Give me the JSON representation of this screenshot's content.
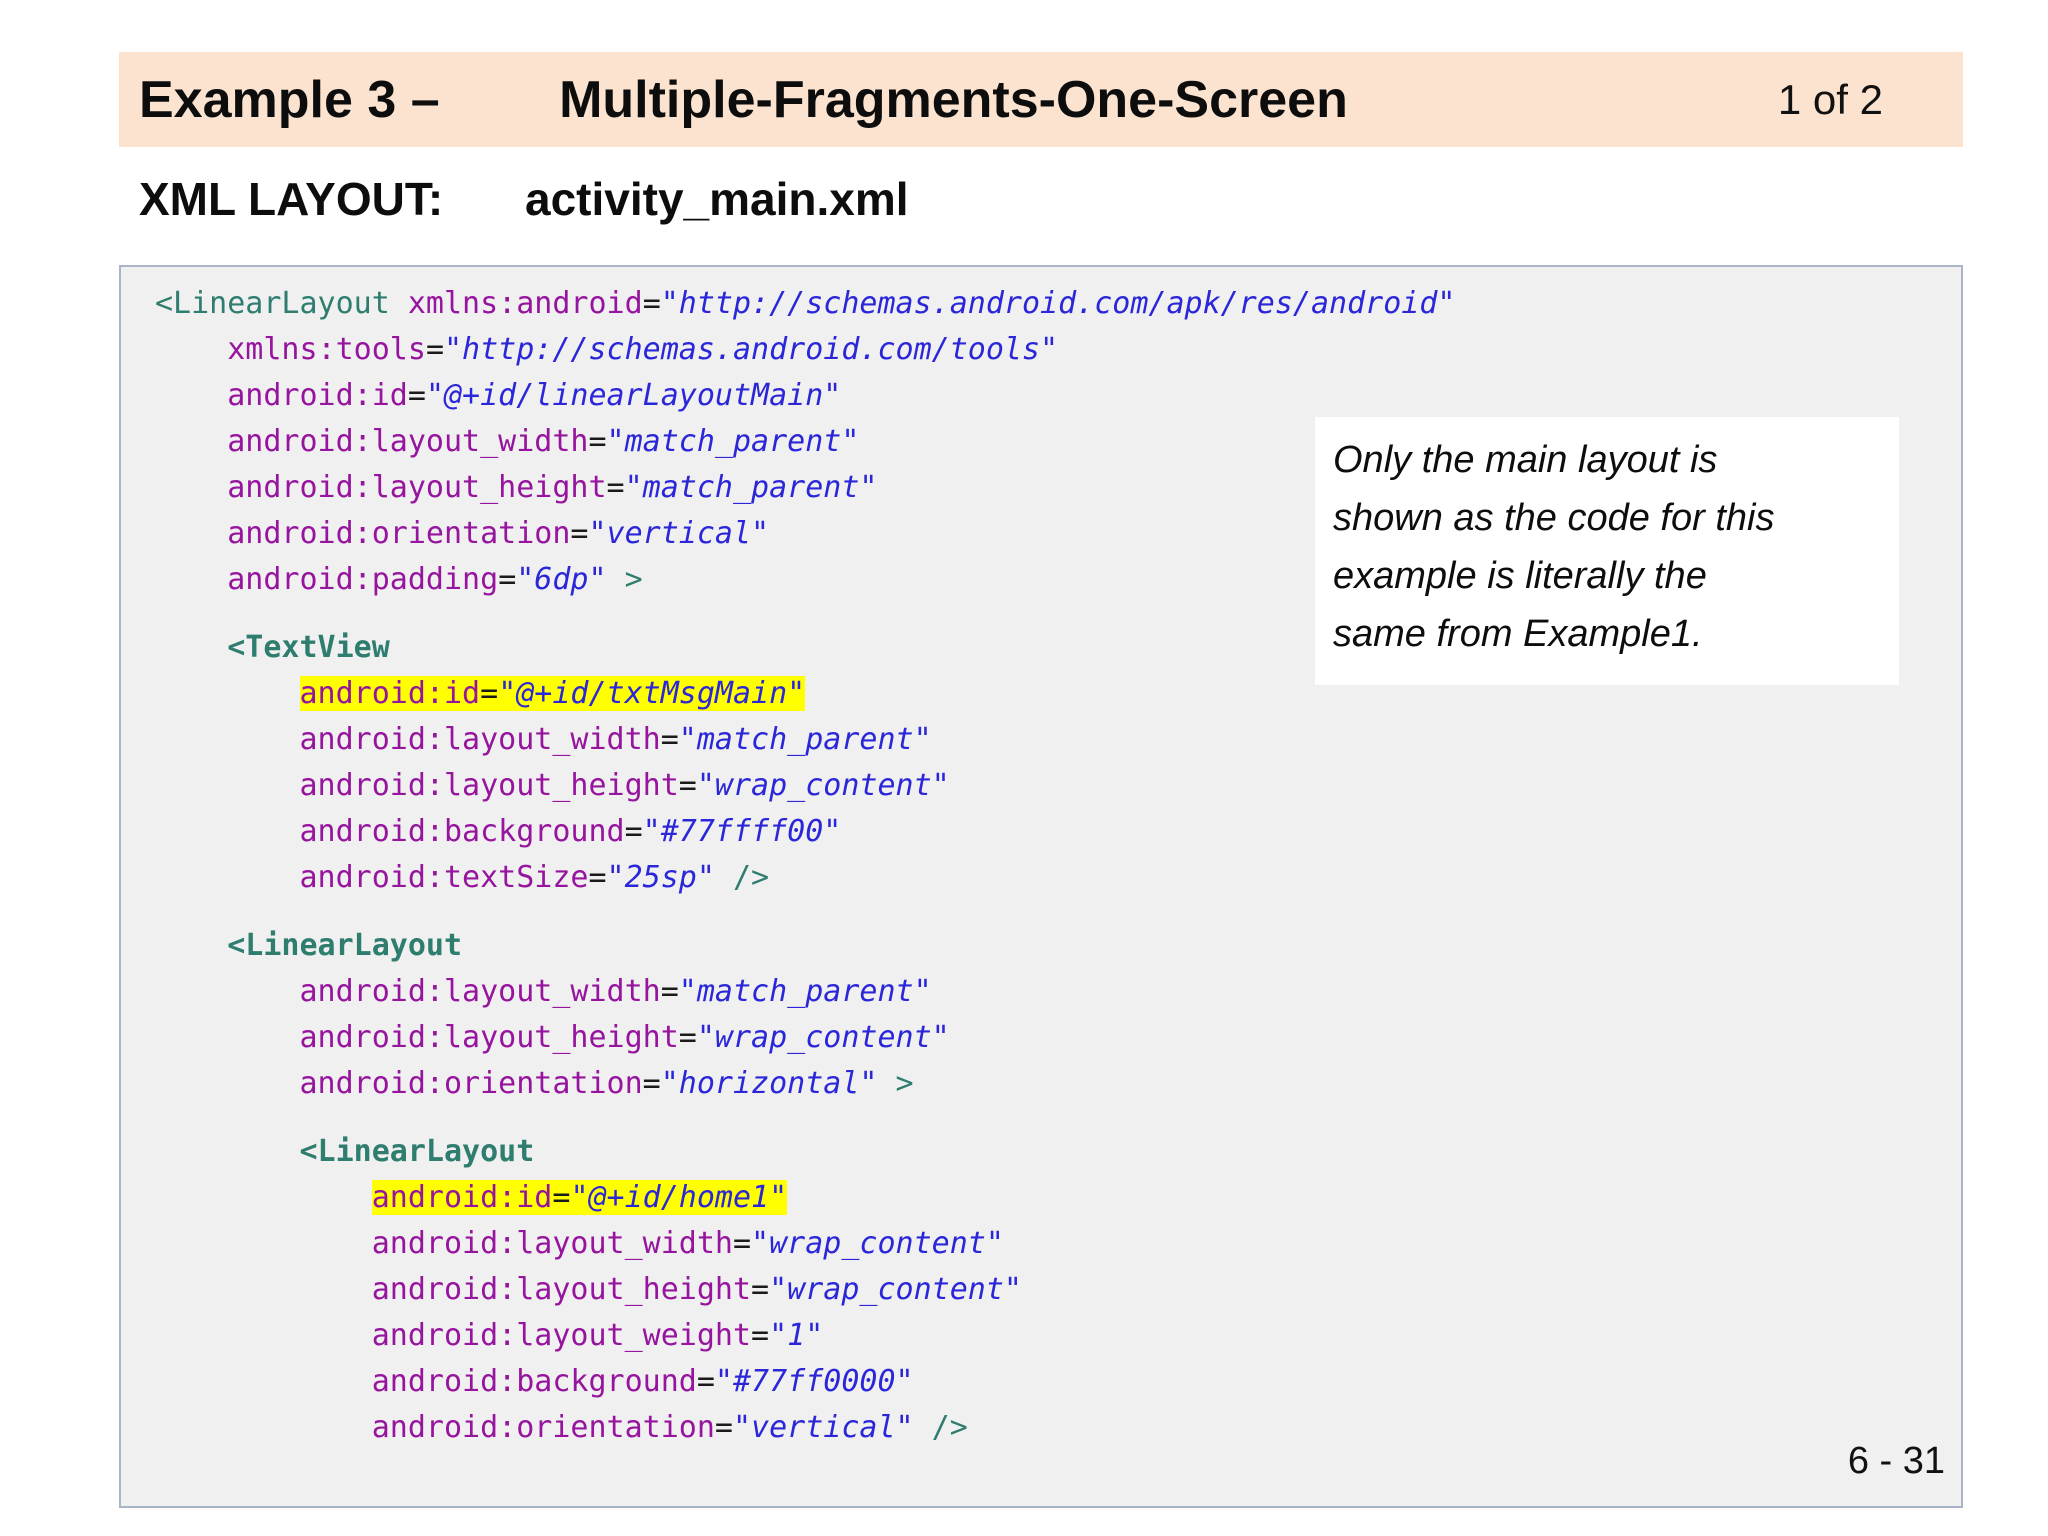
{
  "header": {
    "title_left": "Example 3 –",
    "title_right": "Multiple-Fragments-One-Screen",
    "page_indicator": "1 of 2"
  },
  "subheading": {
    "label": "XML LAYOUT:",
    "filename": "activity_main.xml"
  },
  "note": {
    "lines": [
      "Only the main layout is",
      "shown as the code for this",
      "example is literally the",
      "same from Example1."
    ]
  },
  "footer": {
    "page_number": "6 - 31"
  },
  "colors": {
    "header_bg": "#fbe3cf",
    "code_bg": "#f0f0f1",
    "code_border": "#a9b4c6",
    "tag": "#2e7d6e",
    "attr": "#96149e",
    "string": "#2b27d8",
    "punct": "#2e7d6e",
    "eq": "#1a1a1a",
    "highlight": "#ffff00"
  },
  "code": {
    "language": "xml",
    "lines": [
      {
        "segs": [
          {
            "t": "tag",
            "s": "<LinearLayout"
          },
          {
            "t": "plain",
            "s": " "
          },
          {
            "t": "attr",
            "s": "xmlns:android"
          },
          {
            "t": "eq",
            "s": "="
          },
          {
            "t": "str",
            "s": "\"http://schemas.android.com/apk/res/android\""
          }
        ]
      },
      {
        "segs": [
          {
            "t": "plain",
            "s": "    "
          },
          {
            "t": "attr",
            "s": "xmlns:tools"
          },
          {
            "t": "eq",
            "s": "="
          },
          {
            "t": "str",
            "s": "\"http://schemas.android.com/tools\""
          }
        ]
      },
      {
        "segs": [
          {
            "t": "plain",
            "s": "    "
          },
          {
            "t": "attr",
            "s": "android:id"
          },
          {
            "t": "eq",
            "s": "="
          },
          {
            "t": "str",
            "s": "\"@+id/linearLayoutMain\""
          }
        ]
      },
      {
        "segs": [
          {
            "t": "plain",
            "s": "    "
          },
          {
            "t": "attr",
            "s": "android:layout_width"
          },
          {
            "t": "eq",
            "s": "="
          },
          {
            "t": "str",
            "s": "\"match_parent\""
          }
        ]
      },
      {
        "segs": [
          {
            "t": "plain",
            "s": "    "
          },
          {
            "t": "attr",
            "s": "android:layout_height"
          },
          {
            "t": "eq",
            "s": "="
          },
          {
            "t": "str",
            "s": "\"match_parent\""
          }
        ]
      },
      {
        "segs": [
          {
            "t": "plain",
            "s": "    "
          },
          {
            "t": "attr",
            "s": "android:orientation"
          },
          {
            "t": "eq",
            "s": "="
          },
          {
            "t": "str",
            "s": "\"vertical\""
          }
        ]
      },
      {
        "segs": [
          {
            "t": "plain",
            "s": "    "
          },
          {
            "t": "attr",
            "s": "android:padding"
          },
          {
            "t": "eq",
            "s": "="
          },
          {
            "t": "str",
            "s": "\"6dp\""
          },
          {
            "t": "plain",
            "s": " "
          },
          {
            "t": "punct",
            "s": ">"
          }
        ]
      },
      {
        "blank": true
      },
      {
        "segs": [
          {
            "t": "plain",
            "s": "    "
          },
          {
            "t": "tagb",
            "s": "<TextView"
          }
        ]
      },
      {
        "segs": [
          {
            "t": "plain",
            "s": "        "
          },
          {
            "t": "attr",
            "s": "android:id",
            "hl": true
          },
          {
            "t": "eq",
            "s": "=",
            "hl": true
          },
          {
            "t": "str",
            "s": "\"@+id/txtMsgMain\"",
            "hl": true
          }
        ]
      },
      {
        "segs": [
          {
            "t": "plain",
            "s": "        "
          },
          {
            "t": "attr",
            "s": "android:layout_width"
          },
          {
            "t": "eq",
            "s": "="
          },
          {
            "t": "str",
            "s": "\"match_parent\""
          }
        ]
      },
      {
        "segs": [
          {
            "t": "plain",
            "s": "        "
          },
          {
            "t": "attr",
            "s": "android:layout_height"
          },
          {
            "t": "eq",
            "s": "="
          },
          {
            "t": "str",
            "s": "\"wrap_content\""
          }
        ]
      },
      {
        "segs": [
          {
            "t": "plain",
            "s": "        "
          },
          {
            "t": "attr",
            "s": "android:background"
          },
          {
            "t": "eq",
            "s": "="
          },
          {
            "t": "str",
            "s": "\"#77ffff00\""
          }
        ]
      },
      {
        "segs": [
          {
            "t": "plain",
            "s": "        "
          },
          {
            "t": "attr",
            "s": "android:textSize"
          },
          {
            "t": "eq",
            "s": "="
          },
          {
            "t": "str",
            "s": "\"25sp\""
          },
          {
            "t": "plain",
            "s": " "
          },
          {
            "t": "punct",
            "s": "/>"
          }
        ]
      },
      {
        "blank": true
      },
      {
        "segs": [
          {
            "t": "plain",
            "s": "    "
          },
          {
            "t": "tagb",
            "s": "<LinearLayout"
          }
        ]
      },
      {
        "segs": [
          {
            "t": "plain",
            "s": "        "
          },
          {
            "t": "attr",
            "s": "android:layout_width"
          },
          {
            "t": "eq",
            "s": "="
          },
          {
            "t": "str",
            "s": "\"match_parent\""
          }
        ]
      },
      {
        "segs": [
          {
            "t": "plain",
            "s": "        "
          },
          {
            "t": "attr",
            "s": "android:layout_height"
          },
          {
            "t": "eq",
            "s": "="
          },
          {
            "t": "str",
            "s": "\"wrap_content\""
          }
        ]
      },
      {
        "segs": [
          {
            "t": "plain",
            "s": "        "
          },
          {
            "t": "attr",
            "s": "android:orientation"
          },
          {
            "t": "eq",
            "s": "="
          },
          {
            "t": "str",
            "s": "\"horizontal\""
          },
          {
            "t": "plain",
            "s": " "
          },
          {
            "t": "punct",
            "s": ">"
          }
        ]
      },
      {
        "blank": true
      },
      {
        "segs": [
          {
            "t": "plain",
            "s": "        "
          },
          {
            "t": "tagb",
            "s": "<LinearLayout"
          }
        ]
      },
      {
        "segs": [
          {
            "t": "plain",
            "s": "            "
          },
          {
            "t": "attr",
            "s": "android:id",
            "hl": true
          },
          {
            "t": "eq",
            "s": "=",
            "hl": true
          },
          {
            "t": "str",
            "s": "\"@+id/home1\"",
            "hl": true
          }
        ]
      },
      {
        "segs": [
          {
            "t": "plain",
            "s": "            "
          },
          {
            "t": "attr",
            "s": "android:layout_width"
          },
          {
            "t": "eq",
            "s": "="
          },
          {
            "t": "str",
            "s": "\"wrap_content\""
          }
        ]
      },
      {
        "segs": [
          {
            "t": "plain",
            "s": "            "
          },
          {
            "t": "attr",
            "s": "android:layout_height"
          },
          {
            "t": "eq",
            "s": "="
          },
          {
            "t": "str",
            "s": "\"wrap_content\""
          }
        ]
      },
      {
        "segs": [
          {
            "t": "plain",
            "s": "            "
          },
          {
            "t": "attr",
            "s": "android:layout_weight"
          },
          {
            "t": "eq",
            "s": "="
          },
          {
            "t": "str",
            "s": "\"1\""
          }
        ]
      },
      {
        "segs": [
          {
            "t": "plain",
            "s": "            "
          },
          {
            "t": "attr",
            "s": "android:background"
          },
          {
            "t": "eq",
            "s": "="
          },
          {
            "t": "str",
            "s": "\"#77ff0000\""
          }
        ]
      },
      {
        "segs": [
          {
            "t": "plain",
            "s": "            "
          },
          {
            "t": "attr",
            "s": "android:orientation"
          },
          {
            "t": "eq",
            "s": "="
          },
          {
            "t": "str",
            "s": "\"vertical\""
          },
          {
            "t": "plain",
            "s": " "
          },
          {
            "t": "punct",
            "s": "/>"
          }
        ]
      }
    ]
  }
}
